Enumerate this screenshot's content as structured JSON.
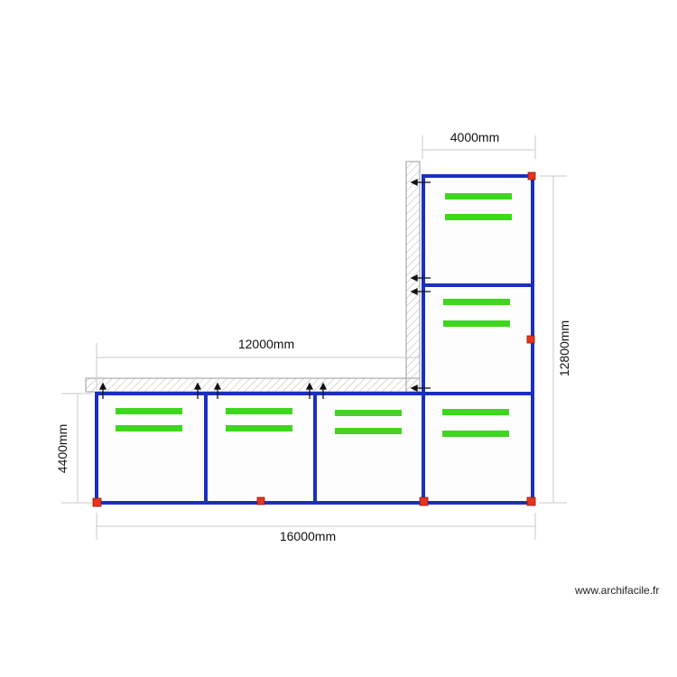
{
  "dimensions": {
    "top_width": "4000mm",
    "wall_length": "12000mm",
    "right_height": "12800mm",
    "left_height": "4400mm",
    "bottom_width": "16000mm"
  },
  "credit": "www.archifacile.fr",
  "colors": {
    "wall_outline": "#1b2fbf",
    "bar": "#3fd61f",
    "corner_marker": "#e8341c",
    "hatch": "#b5b5b5",
    "dimension_line": "#c8c8c8",
    "arrow": "#111111"
  },
  "modules": [
    {
      "id": "bottom-1",
      "bars": 2
    },
    {
      "id": "bottom-2",
      "bars": 2
    },
    {
      "id": "bottom-3",
      "bars": 2
    },
    {
      "id": "bottom-4",
      "bars": 2
    },
    {
      "id": "right-middle",
      "bars": 2
    },
    {
      "id": "right-top",
      "bars": 2
    }
  ]
}
